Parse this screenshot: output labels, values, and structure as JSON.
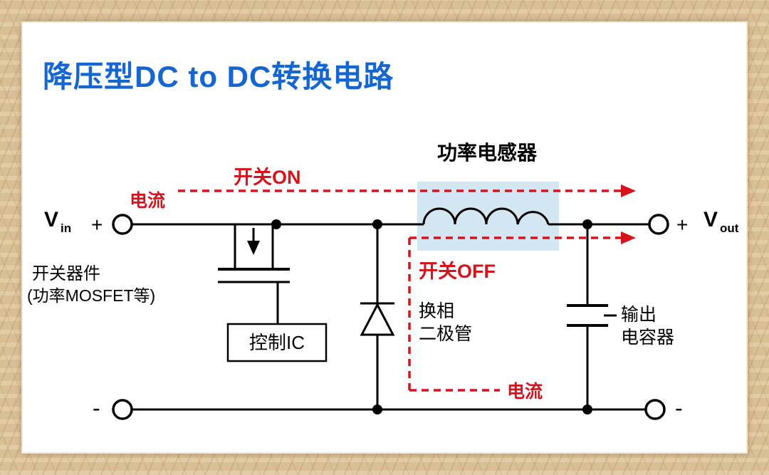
{
  "title": "降压型DC to DC转换电路",
  "colors": {
    "title_blue": "#1566d0",
    "signal_red": "#d8121c",
    "inductor_highlight": "#d3e7f3",
    "wire_black": "#000000"
  },
  "diagram": {
    "input": {
      "v_label": "V",
      "v_sub": "in",
      "plus": "+",
      "minus": "-"
    },
    "output": {
      "v_label": "V",
      "v_sub": "out",
      "plus": "+",
      "minus": "-"
    },
    "annotations": {
      "switch_on": "开关ON",
      "switch_off": "开关OFF",
      "current_top": "电流",
      "current_bottom": "电流"
    },
    "components": {
      "inductor_label": "功率电感器",
      "switch_label_line1": "开关器件",
      "switch_label_line2": "(功率MOSFET等)",
      "control_ic_label": "控制IC",
      "diode_label_line1": "换相",
      "diode_label_line2": "二极管",
      "capacitor_label_line1": "输出",
      "capacitor_label_line2": "电容器"
    }
  }
}
